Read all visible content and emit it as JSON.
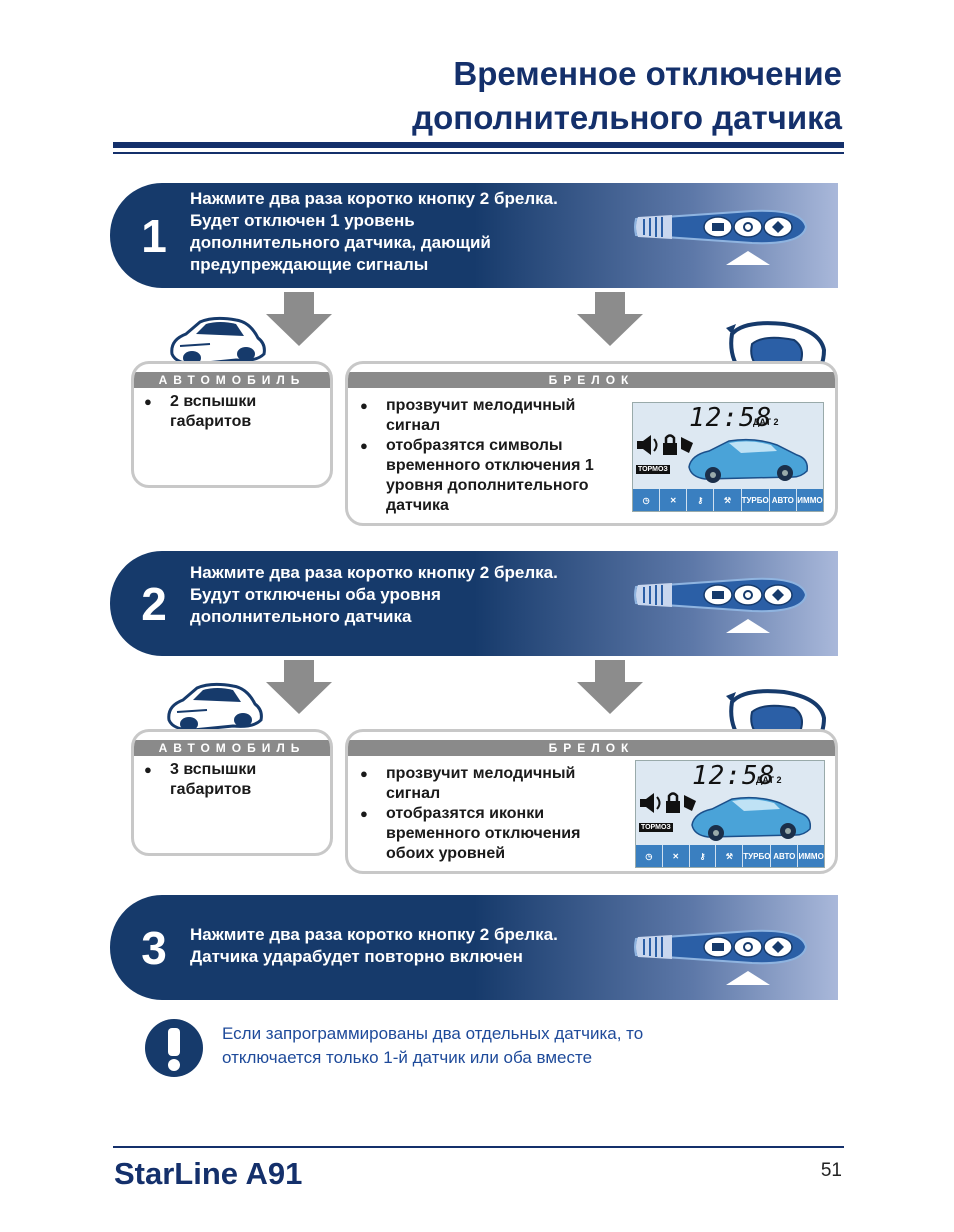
{
  "header": {
    "title_line1": "Временное отключение",
    "title_line2": "дополнительного датчика"
  },
  "steps": [
    {
      "number": "1",
      "lines": [
        "Нажмите два раза коротко кнопку 2 брелка.",
        "Будет отключен 1 уровень",
        "дополнительного датчика, дающий",
        "предупреждающие сигналы"
      ]
    },
    {
      "number": "2",
      "lines": [
        "Нажмите два раза коротко кнопку 2 брелка.",
        "Будут отключены оба уровня",
        "дополнительного датчика"
      ]
    },
    {
      "number": "3",
      "lines": [
        "Нажмите два раза коротко кнопку 2 брелка.",
        "Датчика ударабудет повторно включен"
      ]
    }
  ],
  "results": [
    {
      "car_label": "АВТОМОБИЛЬ",
      "car_items": [
        "2 вспышки габаритов"
      ],
      "fob_label": "БРЕЛОК",
      "fob_items": [
        "прозвучит мелодичный сигнал",
        "отобразятся символы временного отключения 1 уровня дополнительного датчика"
      ]
    },
    {
      "car_label": "АВТОМОБИЛЬ",
      "car_items": [
        "3 вспышки габаритов"
      ],
      "fob_label": "БРЕЛОК",
      "fob_items": [
        "прозвучит мелодичный сигнал",
        "отобразятся иконки временного отключения обоих уровней"
      ]
    }
  ],
  "lcd": {
    "time": "12:58",
    "sensor": "ДАТ 2",
    "brake": "ТОРМОЗ",
    "bar": [
      "",
      "",
      "",
      "",
      "ТУРБО",
      "АВТО",
      "ИММО"
    ]
  },
  "note": {
    "line1": "Если запрограммированы два отдельных датчика, то",
    "line2": "отключается только 1-й датчик или оба вместе"
  },
  "footer": {
    "brand": "StarLine A91",
    "page_number": "51"
  },
  "colors": {
    "primary": "#14306b",
    "band_dark": "#163a6b",
    "band_light": "#a9b8da",
    "note_text": "#1e4a9a",
    "panel_border": "#c8c8c8"
  }
}
